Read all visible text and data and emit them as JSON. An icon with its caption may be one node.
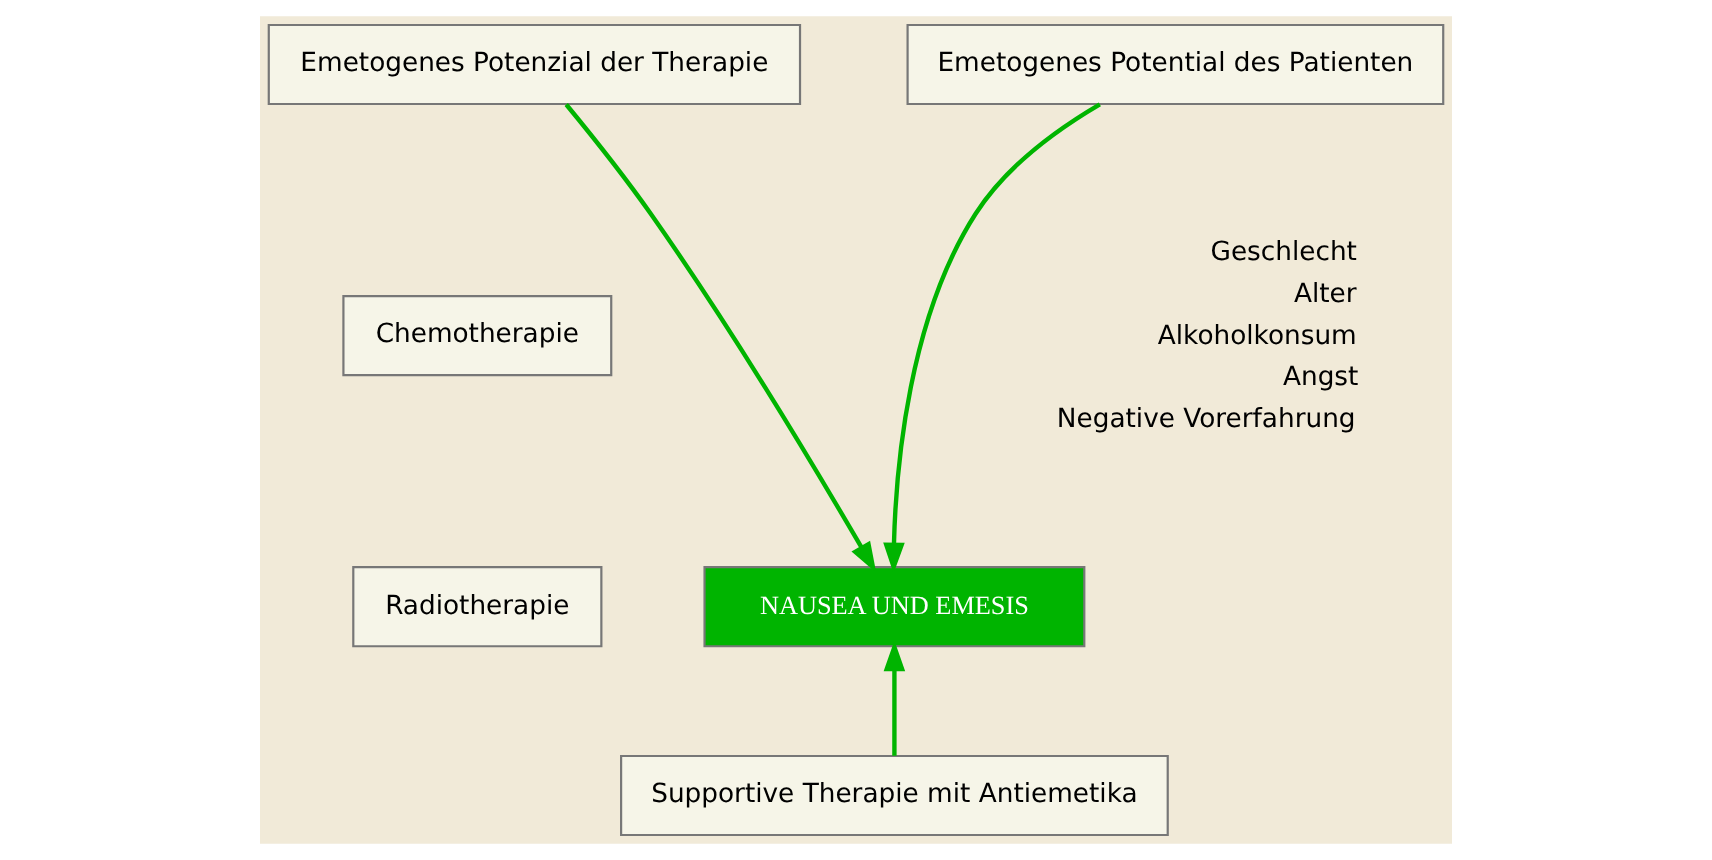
{
  "diagram": {
    "nodes": [
      {
        "text": [
          "Emetogenes Potenzial der Therapie"
        ]
      },
      {
        "text": [
          "Emetogenes Potential des Patienten"
        ]
      },
      {
        "text": [
          "Chemotherapie"
        ]
      },
      {
        "text": [
          "Radiotherapie"
        ]
      },
      {
        "text": [
          "NAUSEA UND EMESIS"
        ]
      },
      {
        "text": [
          "Supportive Therapie mit Antiemetika"
        ]
      }
    ],
    "edges": [
      {
        "from": 0,
        "to": 4,
        "arrow": "to"
      },
      {
        "from": 1,
        "to": 4,
        "arrow": "to"
      },
      {
        "from": 5,
        "to": 4,
        "arrow": "to"
      }
    ],
    "labels": [
      "Geschlecht",
      "Alter",
      "Alkoholkonsum",
      "Angst",
      "Negative Vorerfahrung"
    ]
  }
}
